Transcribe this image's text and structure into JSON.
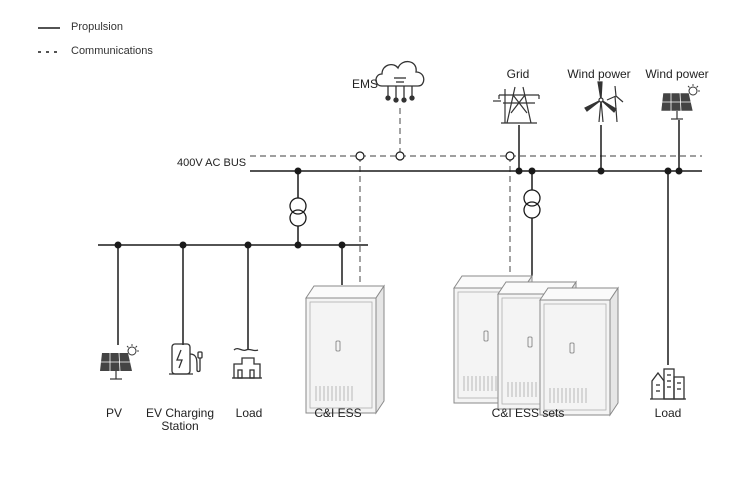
{
  "legend": [
    {
      "style": "solid",
      "label": "Propulsion"
    },
    {
      "style": "dashed",
      "label": "Communications"
    }
  ],
  "bus_label": "400V AC BUS",
  "labels": {
    "ems": "EMS",
    "grid": "Grid",
    "wind_power_1": "Wind power",
    "wind_power_2": "Wind power",
    "pv": "PV",
    "ev_charging_1": "EV Charging",
    "ev_charging_2": "Station",
    "load_left": "Load",
    "ci_ess": "C&I ESS",
    "ci_ess_sets": "C&I ESS sets",
    "load_right": "Load"
  },
  "colors": {
    "line": "#1a1a1a",
    "dashed": "#555555",
    "cabinet_fill": "#f3f3f3",
    "cabinet_stroke": "#8a8a8a",
    "icon": "#333333"
  },
  "icons": {
    "ems": "cloud-network-icon",
    "grid": "transmission-tower-icon",
    "wind_power_1": "wind-turbine-icon",
    "wind_power_2": "solar-panel-icon",
    "pv": "solar-panel-icon",
    "ev_charging": "ev-charger-icon",
    "load_left": "factory-icon",
    "load_right": "buildings-icon"
  }
}
